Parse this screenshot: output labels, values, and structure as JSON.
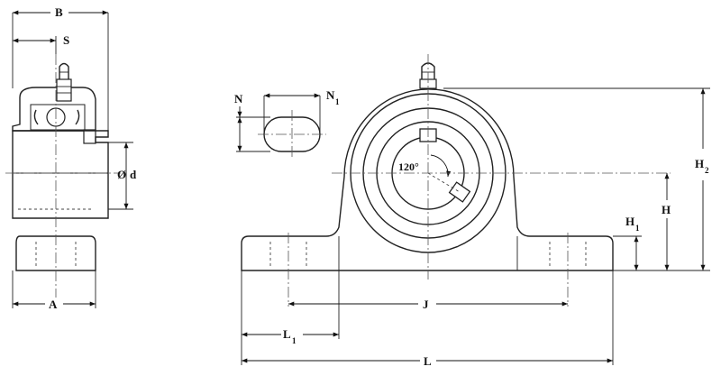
{
  "labels": {
    "B": "B",
    "S": "S",
    "d_symbol": "Ø",
    "d": "d",
    "A": "A",
    "N": "N",
    "N1_main": "N",
    "N1_sub": "1",
    "angle": "120°",
    "H2_main": "H",
    "H2_sub": "2",
    "H": "H",
    "H1_main": "H",
    "H1_sub": "1",
    "J": "J",
    "L1_main": "L",
    "L1_sub": "1",
    "L": "L"
  }
}
